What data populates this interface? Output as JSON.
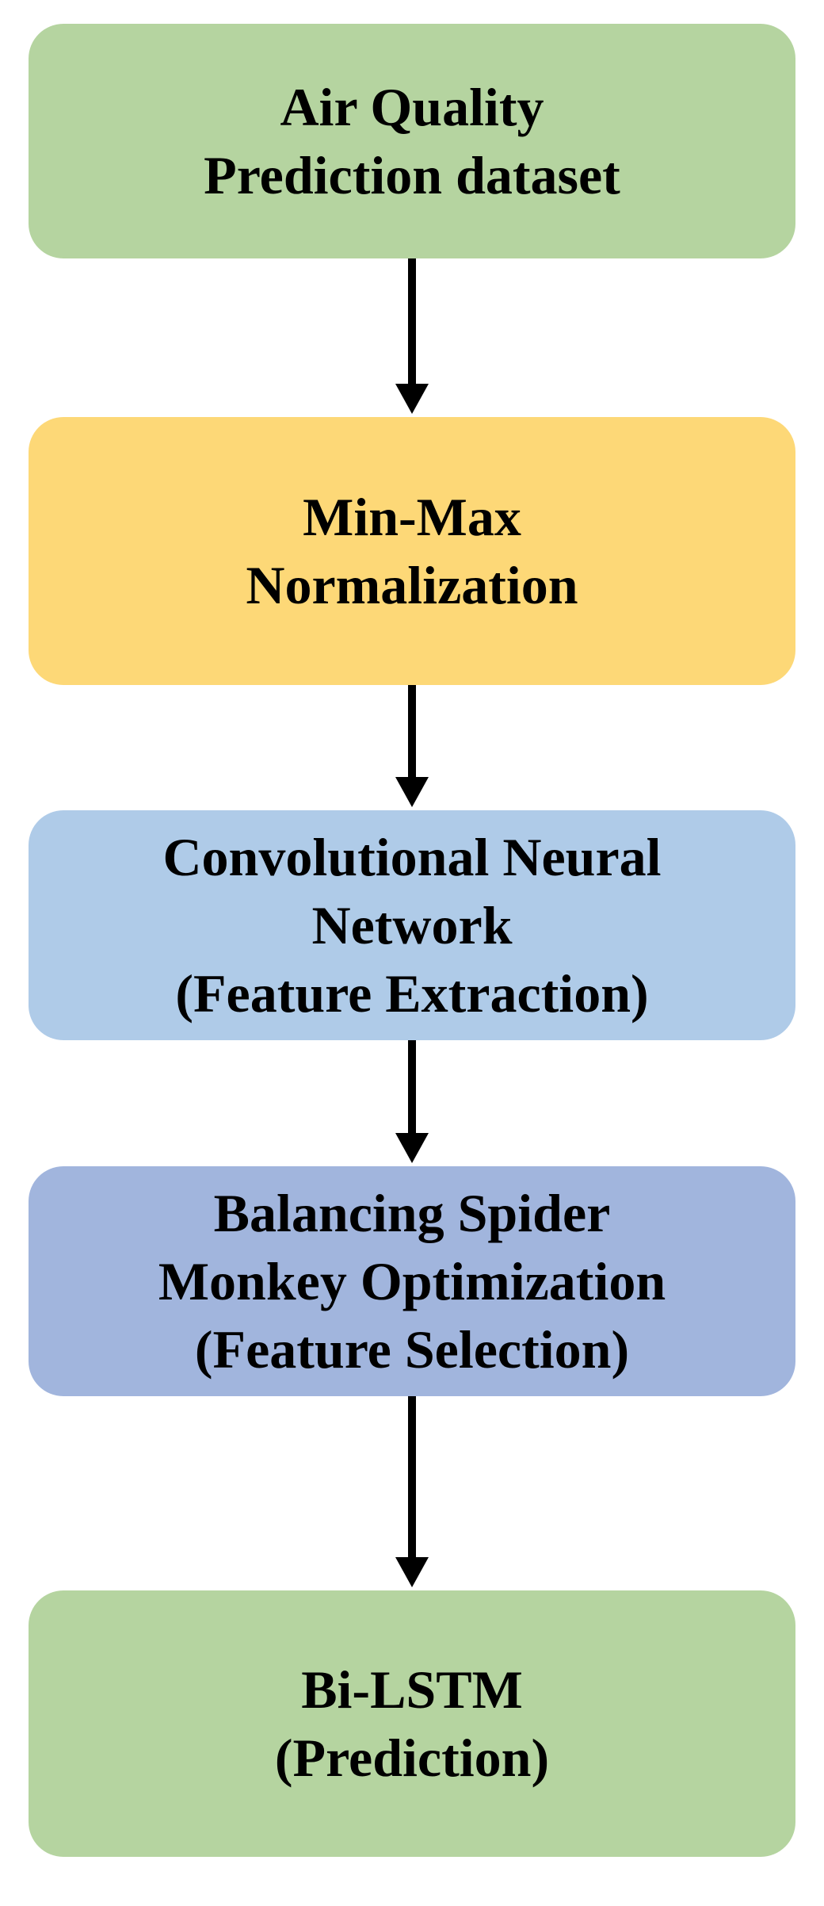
{
  "steps": [
    {
      "lines": [
        "Air Quality",
        "Prediction dataset"
      ],
      "color": "#b5d4a0"
    },
    {
      "lines": [
        "Min-Max",
        "Normalization"
      ],
      "color": "#fdd877"
    },
    {
      "lines": [
        "Convolutional Neural",
        "Network",
        "(Feature Extraction)"
      ],
      "color": "#afcbe8"
    },
    {
      "lines": [
        "Balancing Spider",
        "Monkey Optimization",
        "(Feature Selection)"
      ],
      "color": "#a1b5dd"
    },
    {
      "lines": [
        "Bi-LSTM",
        "(Prediction)"
      ],
      "color": "#b5d4a0"
    }
  ],
  "arrow_color": "#000000"
}
